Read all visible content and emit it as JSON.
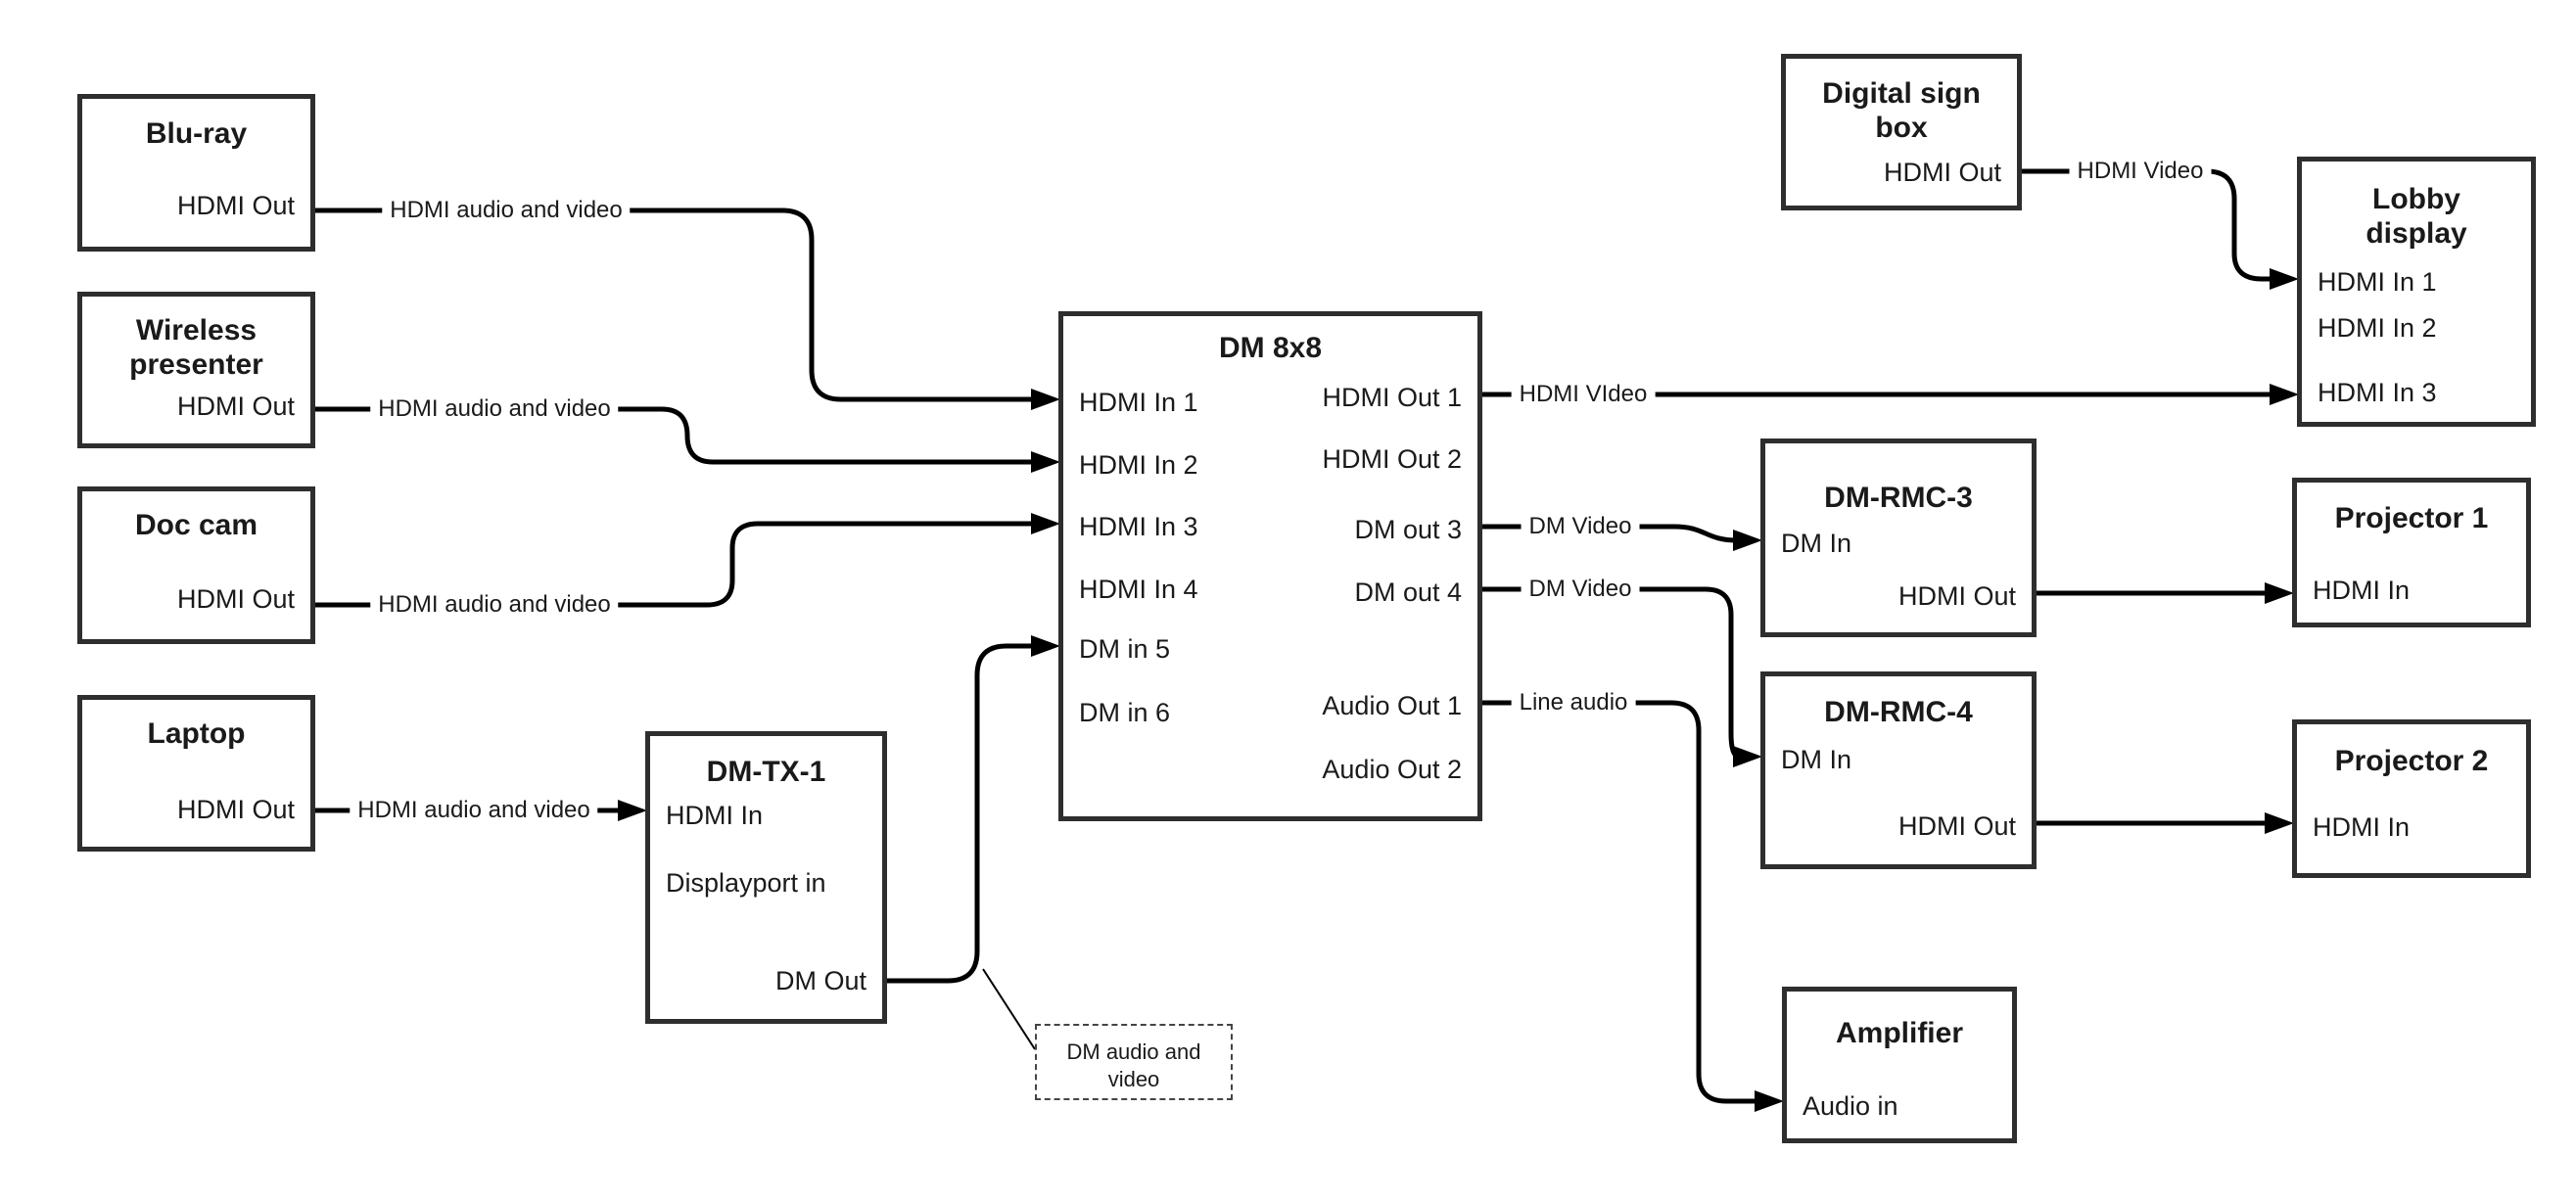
{
  "diagram": {
    "colors": {
      "line": "#000000",
      "border": "#2e2e2e",
      "text": "#1a1a1a",
      "background": "#ffffff"
    },
    "boxes": {
      "bluray": {
        "title": "Blu-ray",
        "ports": {
          "hdmi_out": "HDMI Out"
        }
      },
      "wireless": {
        "title_line1": "Wireless",
        "title_line2": "presenter",
        "ports": {
          "hdmi_out": "HDMI Out"
        }
      },
      "doccam": {
        "title": "Doc cam",
        "ports": {
          "hdmi_out": "HDMI Out"
        }
      },
      "laptop": {
        "title": "Laptop",
        "ports": {
          "hdmi_out": "HDMI Out"
        }
      },
      "dmtx1": {
        "title": "DM-TX-1",
        "ports": {
          "hdmi_in": "HDMI In",
          "displayport_in": "Displayport in",
          "dm_out": "DM Out"
        }
      },
      "dm8x8": {
        "title": "DM 8x8",
        "ports": {
          "hdmi_in_1": "HDMI In 1",
          "hdmi_in_2": "HDMI In 2",
          "hdmi_in_3": "HDMI In 3",
          "hdmi_in_4": "HDMI In 4",
          "dm_in_5": "DM in 5",
          "dm_in_6": "DM in 6",
          "hdmi_out_1": "HDMI Out 1",
          "hdmi_out_2": "HDMI Out 2",
          "dm_out_3": "DM out 3",
          "dm_out_4": "DM out 4",
          "audio_out_1": "Audio Out 1",
          "audio_out_2": "Audio Out 2"
        }
      },
      "digital_sign": {
        "title_line1": "Digital sign",
        "title_line2": "box",
        "ports": {
          "hdmi_out": "HDMI Out"
        }
      },
      "lobby": {
        "title_line1": "Lobby",
        "title_line2": "display",
        "ports": {
          "hdmi_in_1": "HDMI In 1",
          "hdmi_in_2": "HDMI In 2",
          "hdmi_in_3": "HDMI In 3"
        }
      },
      "rmc3": {
        "title": "DM-RMC-3",
        "ports": {
          "dm_in": "DM In",
          "hdmi_out": "HDMI Out"
        }
      },
      "proj1": {
        "title": "Projector 1",
        "ports": {
          "hdmi_in": "HDMI In"
        }
      },
      "rmc4": {
        "title": "DM-RMC-4",
        "ports": {
          "dm_in": "DM In",
          "hdmi_out": "HDMI Out"
        }
      },
      "proj2": {
        "title": "Projector 2",
        "ports": {
          "hdmi_in": "HDMI In"
        }
      },
      "amplifier": {
        "title": "Amplifier",
        "ports": {
          "audio_in": "Audio in"
        }
      }
    },
    "labels": {
      "bluray_link": "HDMI audio and video",
      "wireless_link": "HDMI audio and video",
      "doccam_link": "HDMI audio and video",
      "laptop_link": "HDMI audio and video",
      "hdmi_out1_link": "HDMI VIdeo",
      "dm_out3_link": "DM Video",
      "dm_out4_link": "DM Video",
      "audio_out1_link": "Line audio",
      "digital_sign_link": "HDMI Video"
    },
    "annotation": {
      "line1": "DM audio and",
      "line2": "video"
    }
  }
}
